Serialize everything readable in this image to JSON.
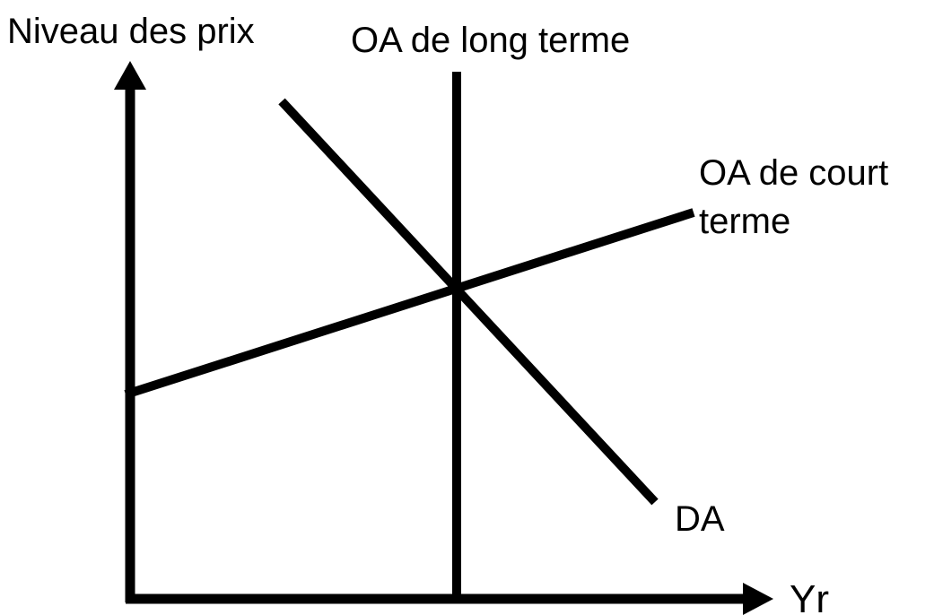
{
  "axes": {
    "y_label": "Niveau des prix",
    "x_label": "Yr"
  },
  "curves": {
    "long_run_supply": "OA de long terme",
    "short_run_supply_line1": "OA de court",
    "short_run_supply_line2": "terme",
    "aggregate_demand": "DA"
  },
  "colors": {
    "line": "#000000",
    "background": "#ffffff"
  }
}
